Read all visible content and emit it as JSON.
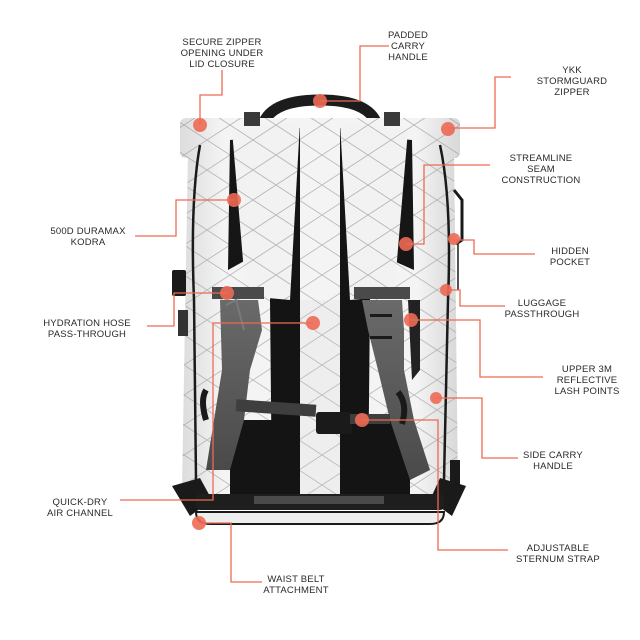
{
  "colors": {
    "accent": "#EE6A55",
    "text": "#2A2A2A",
    "pack_fabric": "#EFEFEF",
    "pack_dark": "#1A1A1A",
    "strap_gray": "#5E5E5E",
    "grid_line": "#9A9A9A"
  },
  "callouts": [
    {
      "id": "secure-zipper",
      "text": "SECURE ZIPPER\nOPENING UNDER\nLID CLOSURE"
    },
    {
      "id": "padded-handle",
      "text": "PADDED\nCARRY\nHANDLE"
    },
    {
      "id": "ykk-zipper",
      "text": "YKK\nSTORMGUARD\nZIPPER"
    },
    {
      "id": "streamline-seam",
      "text": "STREAMLINE\nSEAM\nCONSTRUCTION"
    },
    {
      "id": "duramax",
      "text": "500D DURAMAX\nKODRA"
    },
    {
      "id": "hidden-pocket",
      "text": "HIDDEN\nPOCKET"
    },
    {
      "id": "luggage-passthrough",
      "text": "LUGGAGE\nPASSTHROUGH"
    },
    {
      "id": "hydration-hose",
      "text": "HYDRATION HOSE\nPASS-THROUGH"
    },
    {
      "id": "reflective-lash",
      "text": "UPPER 3M\nREFLECTIVE\nLASH POINTS"
    },
    {
      "id": "side-carry",
      "text": "SIDE CARRY\nHANDLE"
    },
    {
      "id": "quick-dry",
      "text": "QUICK-DRY\nAIR CHANNEL"
    },
    {
      "id": "sternum-strap",
      "text": "ADJUSTABLE\nSTERNUM STRAP"
    },
    {
      "id": "waist-belt",
      "text": "WAIST BELT\nATTACHMENT"
    }
  ]
}
